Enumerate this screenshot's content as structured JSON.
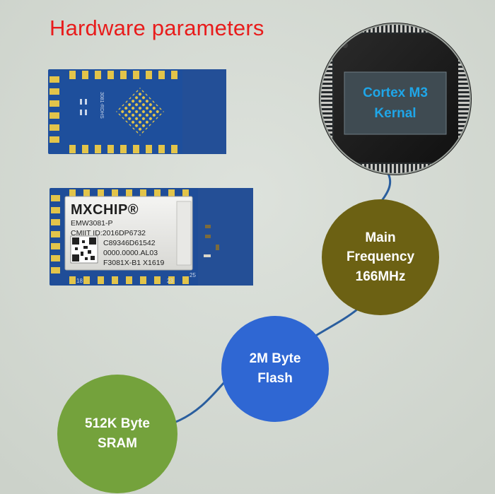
{
  "title": "Hardware parameters",
  "cpu": {
    "line1": "Cortex M3",
    "line2": "Kernal"
  },
  "frequency": {
    "line1": "Main",
    "line2": "Frequency",
    "line3": "166MHz"
  },
  "flash": {
    "line1": "2M Byte",
    "line2": "Flash"
  },
  "sram": {
    "line1": "512K Byte",
    "line2": "SRAM"
  },
  "module": {
    "brand": "MXCHIP®",
    "model": "EMW3081-P",
    "cmiit": "CMIIT ID:2016DP6732",
    "code1": "C89346D61542",
    "code2": "0000.0000.AL03",
    "code3": "F3081X-B1 X1619",
    "pin_label_a": "18",
    "pin_label_b": "23",
    "pin_label_c": "25",
    "back_text": "3081-RDHS"
  },
  "colors": {
    "title": "#e81c1c",
    "frequency": "#6c6113",
    "flash": "#2f67d3",
    "sram": "#74a23c",
    "cpu_text": "#1fa6e8",
    "connector": "#2a5e9e",
    "pcb": "#1e4f9c"
  }
}
